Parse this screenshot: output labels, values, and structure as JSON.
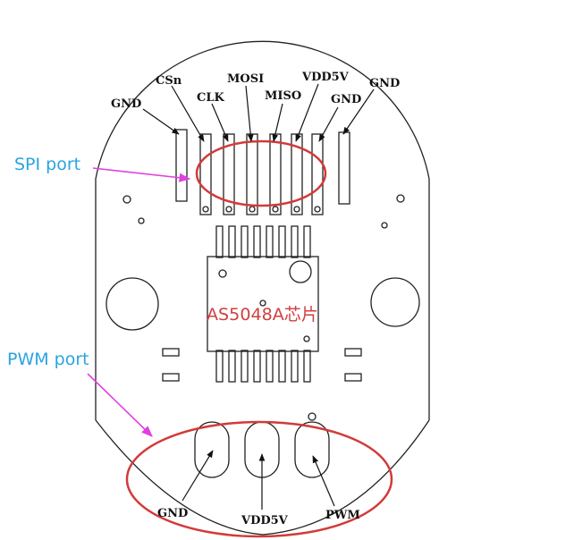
{
  "spi_port_label": "SPI port",
  "pwm_port_label": "PWM port",
  "chip_label": "AS5048A芯片",
  "spi_pins": {
    "gnd_left": "GND",
    "csn": "CSn",
    "clk": "CLK",
    "mosi": "MOSI",
    "miso": "MISO",
    "vdd5v": "VDD5V",
    "gnd_mid": "GND",
    "gnd_right": "GND"
  },
  "pwm_pins": {
    "gnd": "GND",
    "vdd5v": "VDD5V",
    "pwm": "PWM"
  },
  "colors": {
    "outline": "#111111",
    "highlight": "#d23a3a",
    "arrow": "#e040e0",
    "port_text": "#2aa4e0",
    "chip_text": "#d04040"
  }
}
